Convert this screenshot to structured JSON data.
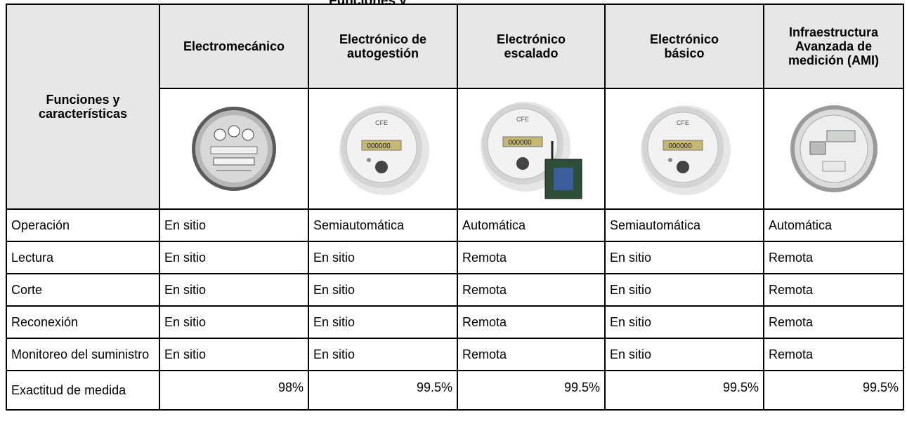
{
  "top_text": "Funciones y",
  "corner_label": "Funciones y características",
  "columns": [
    {
      "label": "Electromecánico",
      "image": "electromechanical-meter-icon"
    },
    {
      "label": "Electrónico de autogestión",
      "image": "electronic-meter-icon"
    },
    {
      "label": "Electrónico escalado",
      "image": "electronic-meter-with-module-icon"
    },
    {
      "label": "Electrónico básico",
      "image": "electronic-meter-icon"
    },
    {
      "label": "Infraestructura Avanzada de medición (AMI)",
      "image": "ami-meter-icon"
    }
  ],
  "meter_brand": "CFE",
  "meter_display": "000000",
  "rows": [
    {
      "label": "Operación",
      "values": [
        "En sitio",
        "Semiautomática",
        "Automática",
        "Semiautomática",
        "Automática"
      ]
    },
    {
      "label": "Lectura",
      "values": [
        "En sitio",
        "En sitio",
        "Remota",
        "En sitio",
        "Remota"
      ]
    },
    {
      "label": "Corte",
      "values": [
        "En sitio",
        "En sitio",
        "Remota",
        "En sitio",
        "Remota"
      ]
    },
    {
      "label": "Reconexión",
      "values": [
        "En sitio",
        "En sitio",
        "Remota",
        "En sitio",
        "Remota"
      ]
    },
    {
      "label": "Monitoreo del suministro",
      "values": [
        "En sitio",
        "En sitio",
        "Remota",
        "En sitio",
        "Remota"
      ]
    }
  ],
  "accuracy_row": {
    "label": "Exactitud de medida",
    "values": [
      "98%",
      "99.5%",
      "99.5%",
      "99.5%",
      "99.5%"
    ]
  }
}
